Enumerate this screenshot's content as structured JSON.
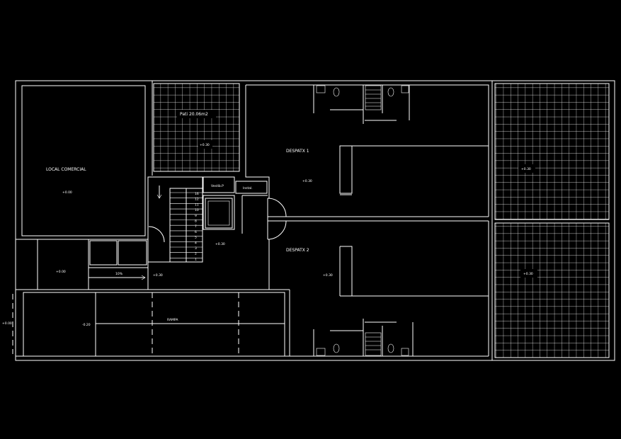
{
  "colors": {
    "background": "#000000",
    "line": "#ffffff"
  },
  "rooms": {
    "local_comercial": "LOCAL COMERCIAL",
    "local_level": "+0.00",
    "pati": "Pati 20.06m2",
    "pati_level": "+0.30",
    "despatx1": "DESPATX 1",
    "despatx1_level": "+0.30",
    "despatx2": "DESPATX 2",
    "despatx2_level": "+0.30",
    "lobby_level": "+0.30",
    "stair_landing_level": "+0.30",
    "ramp_label": "10%",
    "entrance_level": "+0.00",
    "rampa": "RAMPA",
    "rampa_level": "-0.20",
    "street_level": "+0.00",
    "right_top_level": "+0.30",
    "right_bottom_level": "+0.30",
    "small_room_a": "Vestíb.P",
    "small_room_b": "Instal."
  },
  "stairs": {
    "step_numbers": [
      "16",
      "12",
      "11",
      "10",
      "9",
      "8",
      "7",
      "6",
      "5",
      "4",
      "3",
      "2",
      "1"
    ]
  }
}
